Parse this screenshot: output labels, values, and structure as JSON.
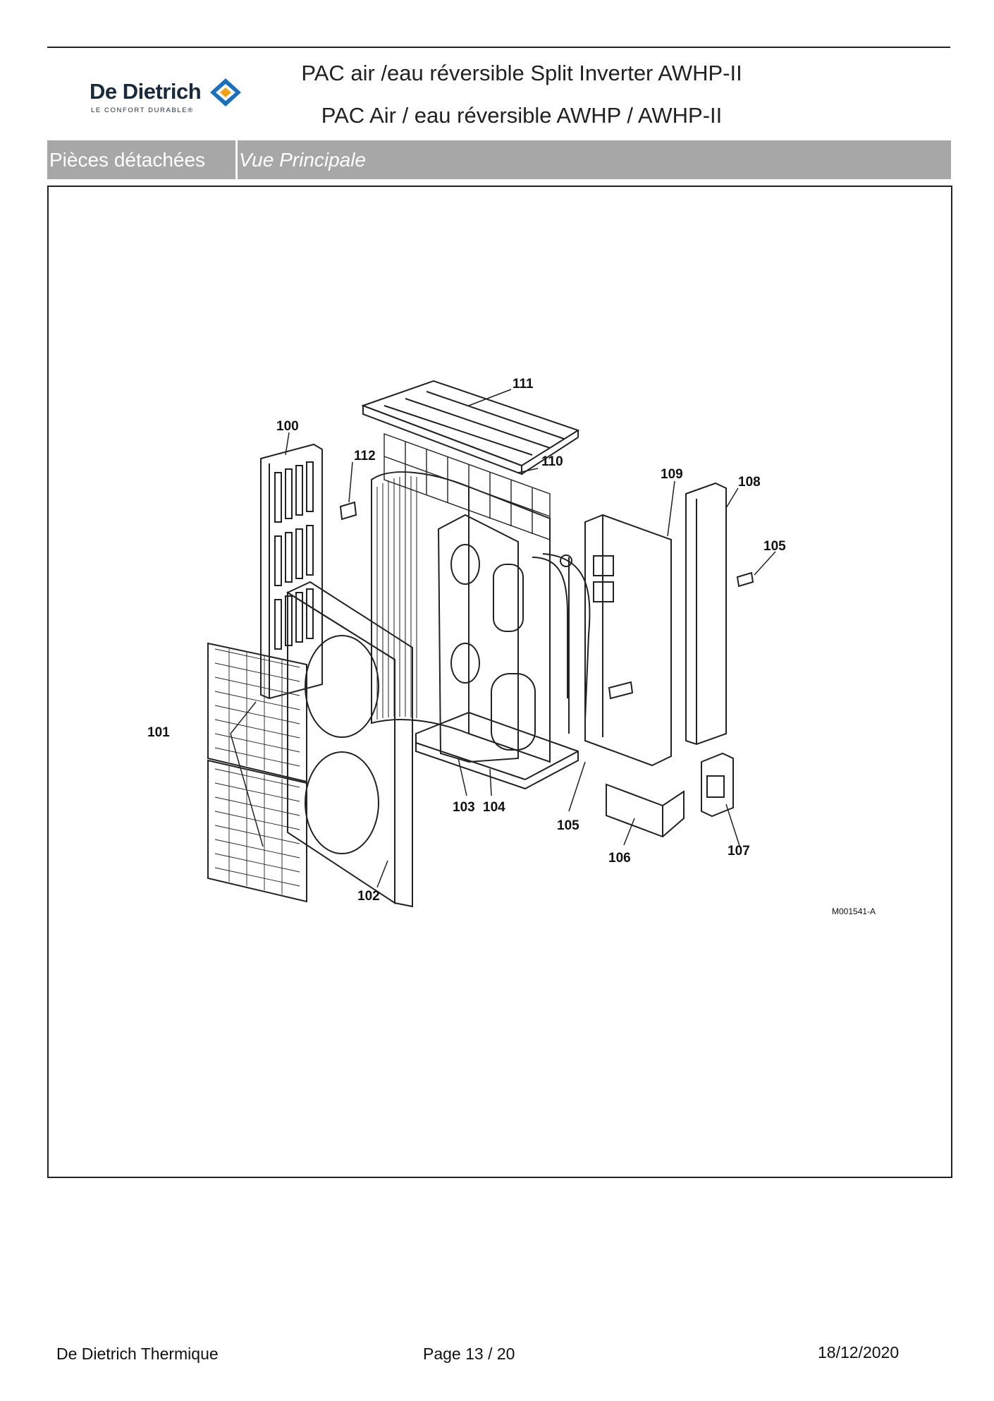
{
  "brand": {
    "name": "De Dietrich",
    "tagline": "LE CONFORT DURABLE®",
    "colors": {
      "primary": "#1b2a3b",
      "accent": "#f0a11a",
      "mark_blue": "#1d6fb8"
    }
  },
  "header": {
    "title_line1": "PAC air /eau réversible Split Inverter AWHP-II",
    "title_line2": "PAC Air / eau réversible AWHP / AWHP-II"
  },
  "section": {
    "category": "Pièces détachées",
    "view": "Vue Principale",
    "bar_color": "#a7a7a7"
  },
  "diagram": {
    "reference": "M001541-A",
    "parts": [
      {
        "id": "p100",
        "label": "100"
      },
      {
        "id": "p101",
        "label": "101"
      },
      {
        "id": "p102",
        "label": "102"
      },
      {
        "id": "p103",
        "label": "103"
      },
      {
        "id": "p104",
        "label": "104"
      },
      {
        "id": "p105a",
        "label": "105"
      },
      {
        "id": "p105b",
        "label": "105"
      },
      {
        "id": "p106",
        "label": "106"
      },
      {
        "id": "p107",
        "label": "107"
      },
      {
        "id": "p108",
        "label": "108"
      },
      {
        "id": "p109",
        "label": "109"
      },
      {
        "id": "p110",
        "label": "110"
      },
      {
        "id": "p111",
        "label": "111"
      },
      {
        "id": "p112",
        "label": "112"
      }
    ]
  },
  "footer": {
    "company": "De Dietrich Thermique",
    "page": "Page 13  /  20",
    "date": "18/12/2020"
  }
}
